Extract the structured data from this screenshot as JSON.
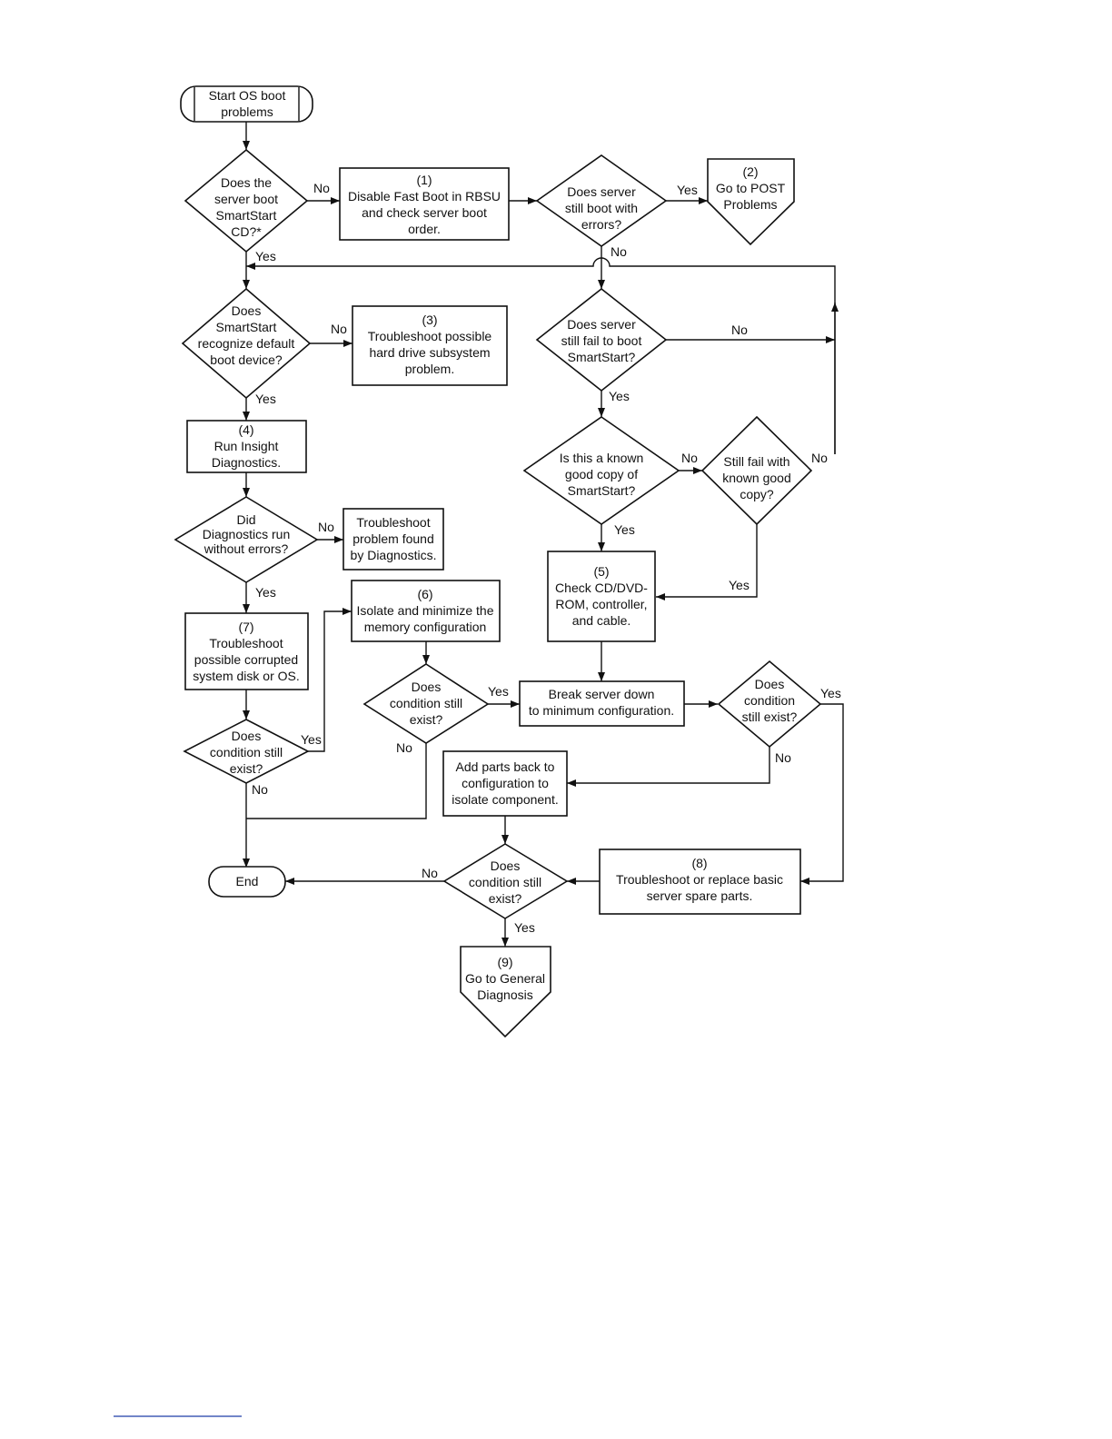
{
  "flowchart": {
    "start": [
      "Start OS boot",
      "problems"
    ],
    "q_boot_cd": [
      "Does the",
      "server boot",
      "SmartStart",
      "CD?*"
    ],
    "step1": [
      "(1)",
      "Disable Fast Boot in RBSU",
      "and check server boot",
      "order."
    ],
    "q_boot_errors": [
      "Does server",
      "still boot with",
      "errors?"
    ],
    "step2": [
      "(2)",
      "Go to POST",
      "Problems"
    ],
    "q_recognize": [
      "Does",
      "SmartStart",
      "recognize default",
      "boot device?"
    ],
    "step3": [
      "(3)",
      "Troubleshoot possible",
      "hard drive subsystem",
      "problem."
    ],
    "q_fail_smartstart": [
      "Does server",
      "still fail to boot",
      "SmartStart?"
    ],
    "step4": [
      "(4)",
      "Run Insight",
      "Diagnostics."
    ],
    "q_known_copy": [
      "Is this a known",
      "good copy of",
      "SmartStart?"
    ],
    "q_still_fail": [
      "Still fail with",
      "known good",
      "copy?"
    ],
    "q_diag_errors": [
      "Did",
      "Diagnostics run",
      "without errors?"
    ],
    "diag_problem": [
      "Troubleshoot",
      "problem found",
      "by Diagnostics."
    ],
    "step5": [
      "(5)",
      "Check CD/DVD-",
      "ROM, controller,",
      "and cable."
    ],
    "step6": [
      "(6)",
      "Isolate and minimize the",
      "memory configuration"
    ],
    "step7": [
      "(7)",
      "Troubleshoot",
      "possible corrupted",
      "system disk or OS."
    ],
    "q_cond_mem": [
      "Does",
      "condition still",
      "exist?"
    ],
    "break_down": [
      "Break server down",
      "to minimum configuration."
    ],
    "q_cond_min": [
      "Does",
      "condition",
      "still exist?"
    ],
    "q_cond_os": [
      "Does",
      "condition still",
      "exist?"
    ],
    "add_parts": [
      "Add parts back to",
      "configuration to",
      "isolate component."
    ],
    "end": [
      "End"
    ],
    "q_cond_parts": [
      "Does",
      "condition still",
      "exist?"
    ],
    "step8": [
      "(8)",
      "Troubleshoot or replace basic",
      "server spare parts."
    ],
    "step9": [
      "(9)",
      "Go to General",
      "Diagnosis"
    ],
    "yes": "Yes",
    "no": "No"
  }
}
